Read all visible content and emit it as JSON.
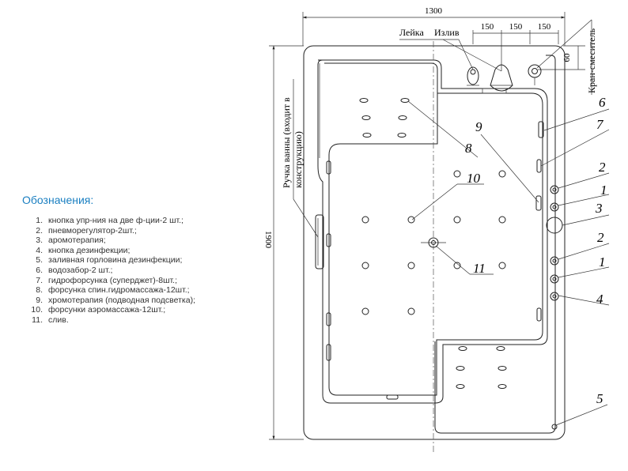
{
  "legend": {
    "title": "Обозначения:",
    "items": [
      {
        "num": "1.",
        "text": "кнопка упр-ния на две ф-ции-2 шт.;"
      },
      {
        "num": "2.",
        "text": "пневморегулятор-2шт.;"
      },
      {
        "num": "3.",
        "text": "аромотерапия;"
      },
      {
        "num": "4.",
        "text": "кнопка дезинфекции;"
      },
      {
        "num": "5.",
        "text": "заливная горловина дезинфекции;"
      },
      {
        "num": "6.",
        "text": "водозабор-2 шт.;"
      },
      {
        "num": "7.",
        "text": "гидрофорсунка (суперджет)-8шт.;"
      },
      {
        "num": "8.",
        "text": "форсунка спин.гидромассажа-12шт.;"
      },
      {
        "num": "9.",
        "text": "хромотерапия (подводная подсветка);"
      },
      {
        "num": "10.",
        "text": "форсунки аэромассажа-12шт.;"
      },
      {
        "num": "11.",
        "text": "слив."
      }
    ]
  },
  "drawing": {
    "width_dim": "1300",
    "height_dim": "1900",
    "spacing_dims": [
      "150",
      "150",
      "150"
    ],
    "depth_dim": "60",
    "label_shower": "Лейка",
    "label_spout": "Излив",
    "label_mixer": "Кран-смеситель",
    "label_handle_line1": "Ручка ванны (входит в",
    "label_handle_line2": "конструкцию)",
    "callouts": {
      "c1a": "1",
      "c1b": "1",
      "c2a": "2",
      "c2b": "2",
      "c3": "3",
      "c4": "4",
      "c5": "5",
      "c6": "6",
      "c7": "7",
      "c8": "8",
      "c9": "9",
      "c10": "10",
      "c11": "11"
    }
  }
}
